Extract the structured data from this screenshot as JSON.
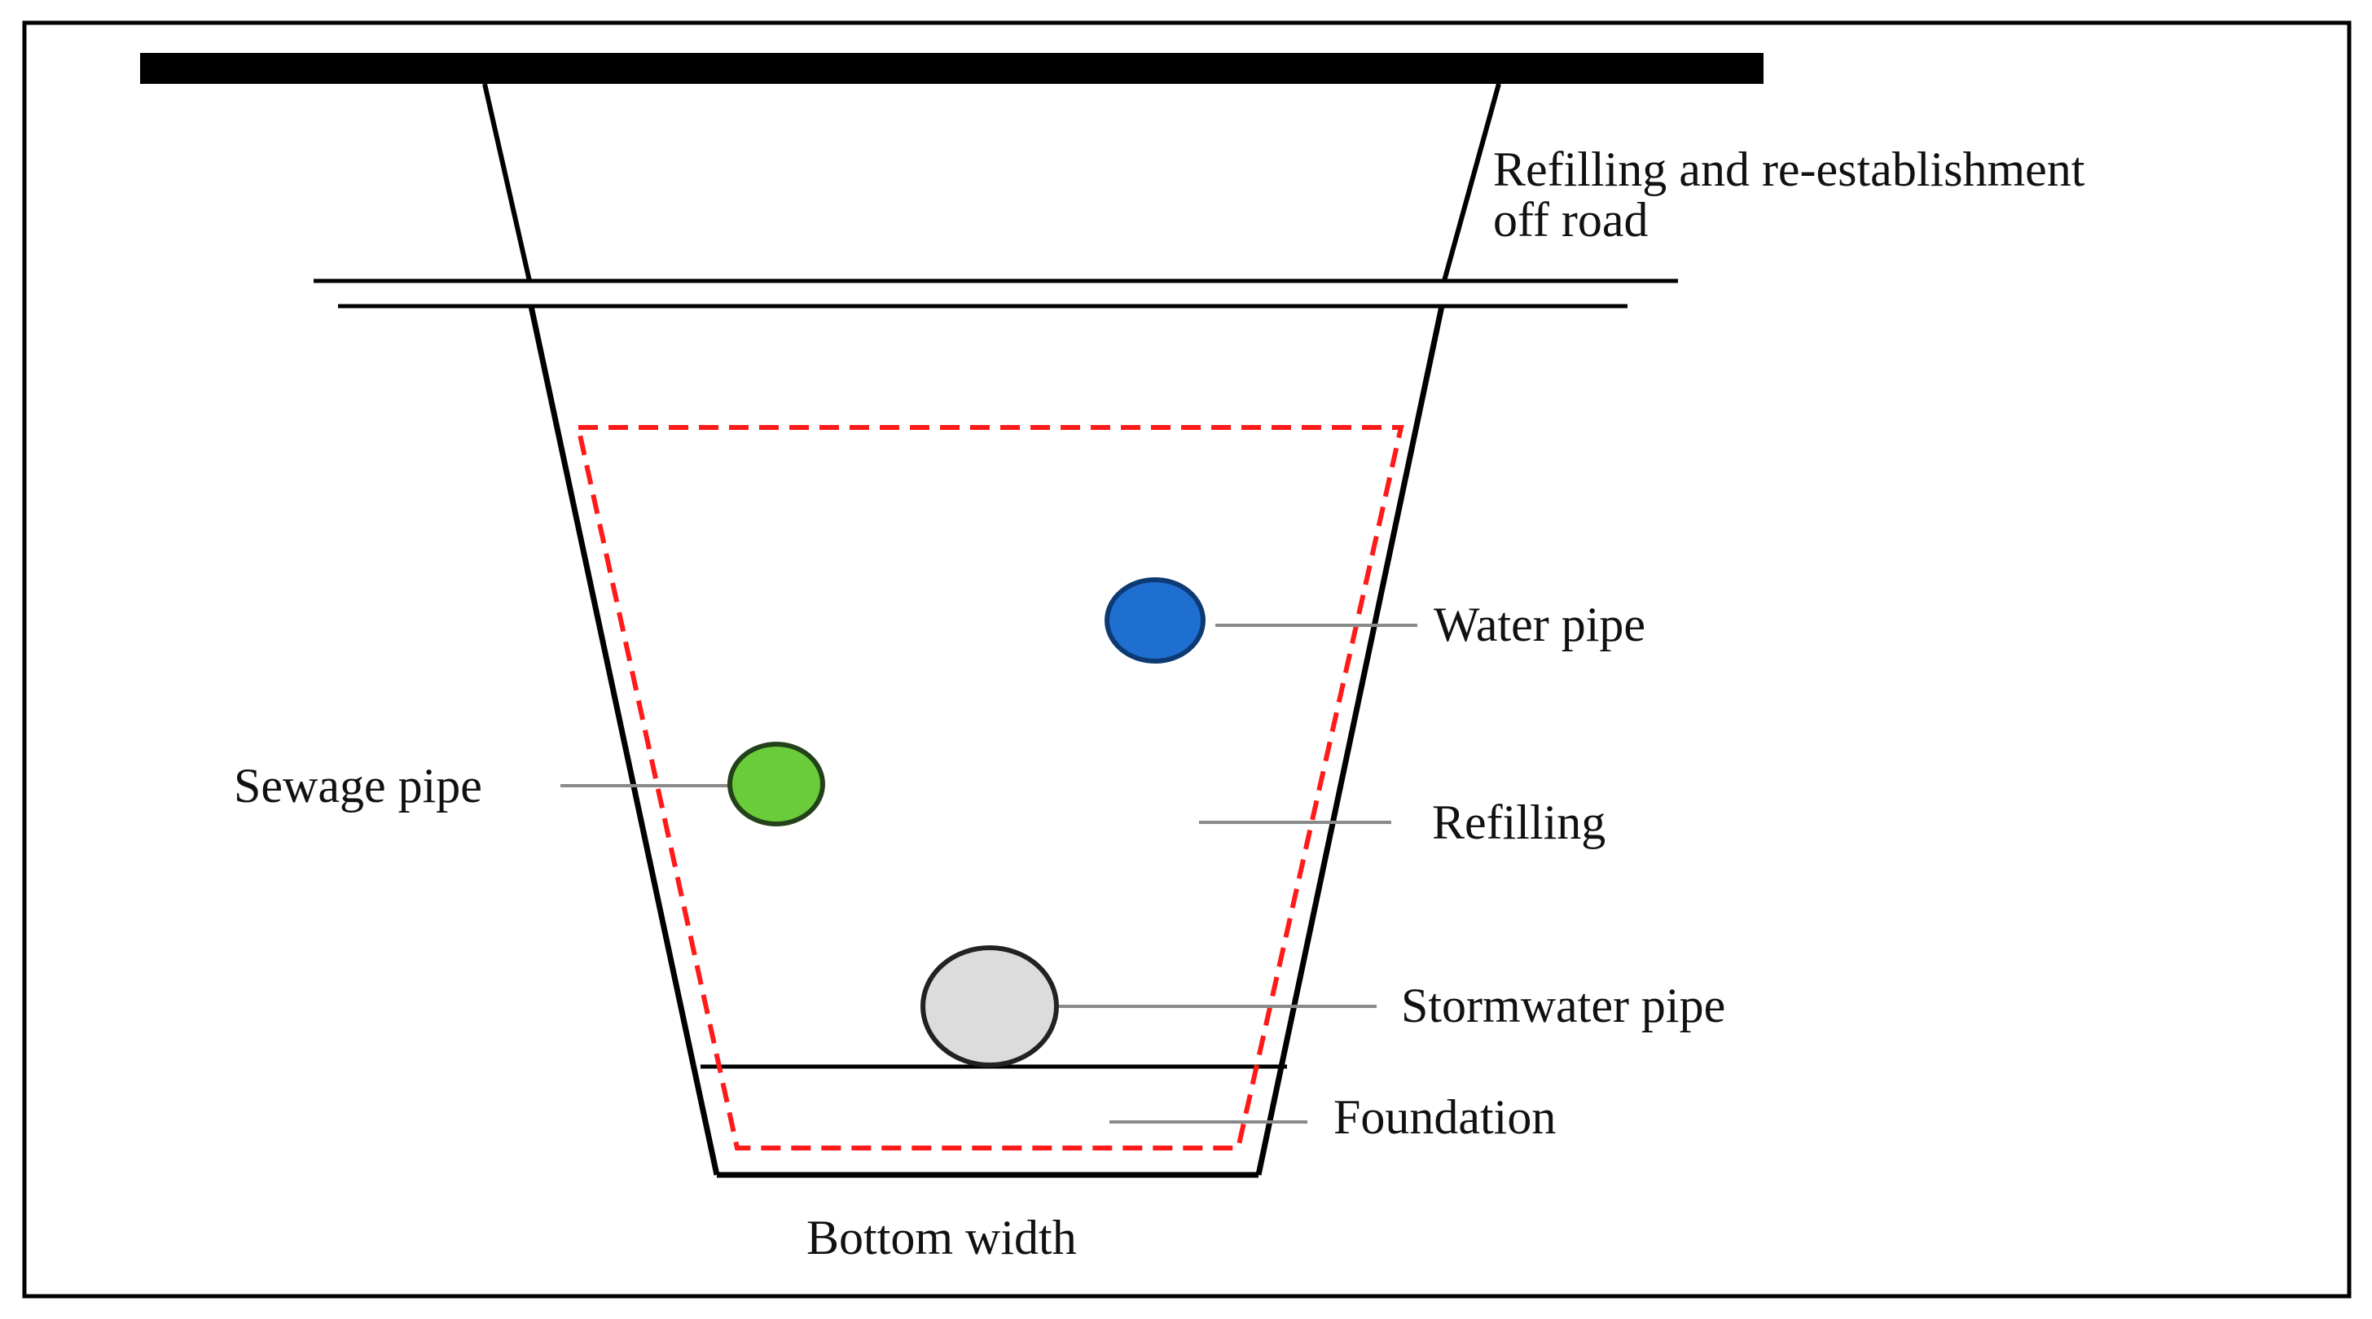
{
  "labels": {
    "road": "Refilling and re-establishment",
    "road_line2": "off road",
    "water_pipe": "Water pipe",
    "sewage_pipe": "Sewage pipe",
    "refilling": "Refilling",
    "stormwater_pipe": "Stormwater pipe",
    "foundation": "Foundation",
    "bottom_width": "Bottom width"
  },
  "colors": {
    "frame": "#000000",
    "outline": "#000000",
    "dashed_boundary": "#ff1a1a",
    "leader": "#8a8a8a",
    "water_pipe": "#1f6fd0",
    "water_pipe_stroke": "#0d3a73",
    "sewage_pipe": "#6acc3a",
    "sewage_pipe_stroke": "#24421a",
    "stormwater_pipe": "#dcdcdc",
    "stormwater_pipe_stroke": "#222222"
  }
}
